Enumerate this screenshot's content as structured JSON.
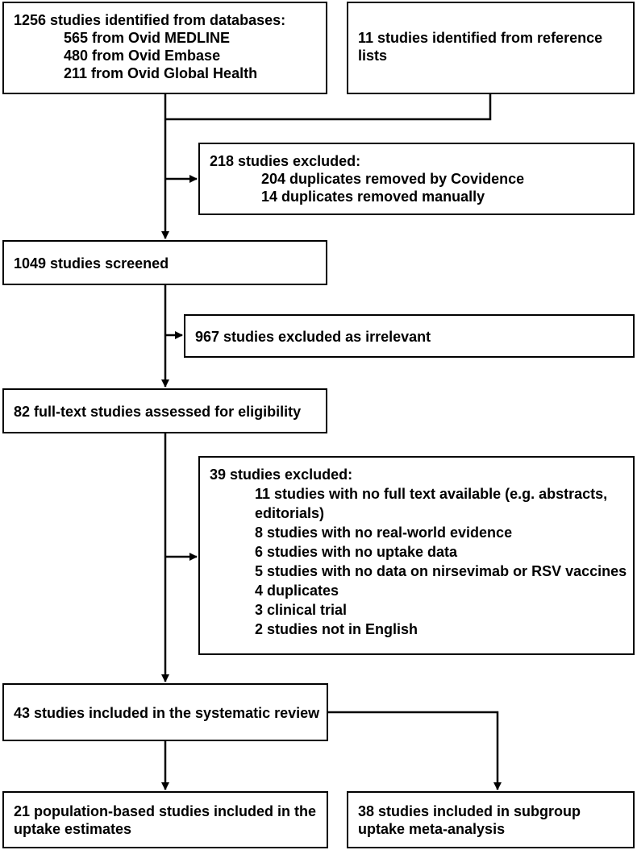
{
  "boxes": {
    "identified_db": {
      "title": "1256 studies identified from databases:",
      "items": [
        "565 from Ovid MEDLINE",
        "480 from Ovid Embase",
        "211 from Ovid Global Health"
      ]
    },
    "identified_refs": {
      "text": "11 studies identified from reference lists"
    },
    "excluded_dup": {
      "title": "218 studies excluded:",
      "items": [
        "204 duplicates removed by Covidence",
        "14 duplicates removed manually"
      ]
    },
    "screened": {
      "text": "1049 studies screened"
    },
    "excluded_irrelevant": {
      "text": "967 studies excluded as irrelevant"
    },
    "fulltext": {
      "text": "82 full-text studies assessed for eligibility"
    },
    "excluded_eligibility": {
      "title": "39 studies excluded:",
      "items": [
        "11 studies with no full text available (e.g. abstracts, editorials)",
        "8 studies with no real-world evidence",
        "6 studies with no uptake data",
        "5 studies with no data on nirsevimab or RSV vaccines",
        "4 duplicates",
        "3 clinical trial",
        "2 studies not in English"
      ]
    },
    "included_review": {
      "text": "43 studies included in the systematic review"
    },
    "included_uptake": {
      "text": "21 population-based studies included in the uptake estimates"
    },
    "included_subgroup": {
      "text": "38 studies included in subgroup uptake meta-analysis"
    }
  }
}
